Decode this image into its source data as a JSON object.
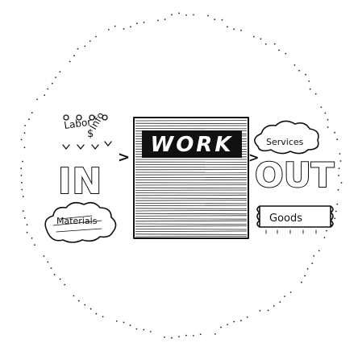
{
  "diagram": {
    "input_label": "IN",
    "process_label": "WORK",
    "output_label": "OUT",
    "input_cloud": {
      "label": "Materials"
    },
    "input_items": [
      "Labor",
      "$",
      "Info"
    ],
    "output_cloud": {
      "label": "Services"
    },
    "output_box": {
      "label": "Goods"
    },
    "arrow_glyph": ">"
  }
}
